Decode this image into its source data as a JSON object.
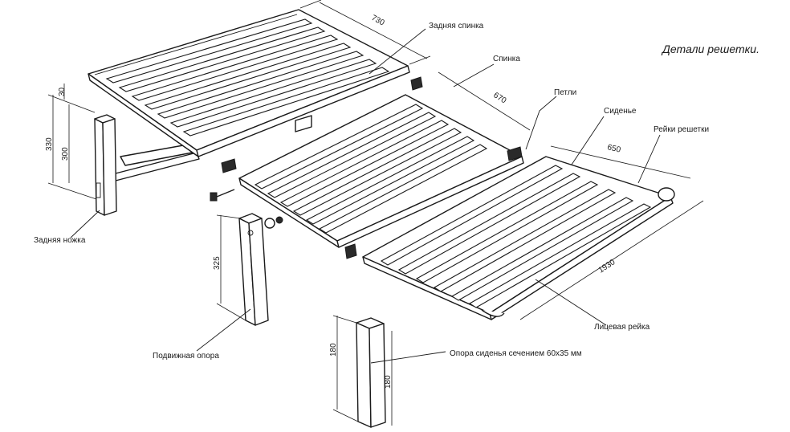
{
  "title": "Детали решетки.",
  "labels": {
    "back": "Задняя спинка",
    "seat_frame": "Спинка",
    "hinges": "Петли",
    "seat": "Сиденье",
    "grid_slats": "Рейки решетки",
    "back_leg": "Задняя ножка",
    "folding_support": "Подвижная опора",
    "front_slat": "Лицевая рейка",
    "front_support": "Опора сиденья сечением 60х35 мм"
  },
  "dimensions": {
    "d730": "730",
    "d670": "670",
    "d650": "650",
    "d1930": "1930",
    "d30": "30",
    "d330": "330",
    "d300": "300",
    "d325": "325",
    "d180a": "180",
    "d180b": "180"
  }
}
